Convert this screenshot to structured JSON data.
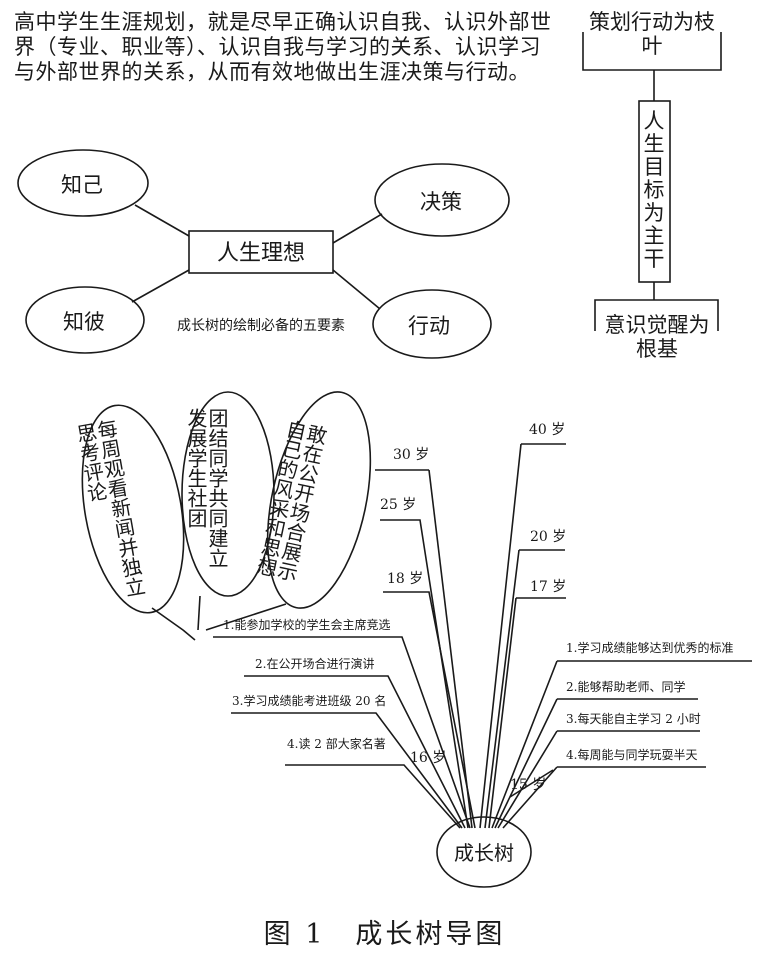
{
  "intro": "高中学生生涯规划，就是尽早正确认识自我、认识外部世界（专业、职业等）、认识自我与学习的关系、认识学习与外部世界的关系，从而有效地做出生涯决策与行动。",
  "ideal_diagram": {
    "center": "人生理想",
    "nodes": [
      "知己",
      "决策",
      "知彼",
      "行动"
    ],
    "subtitle": "成长树的绘制必备的五要素"
  },
  "pillar": {
    "top": "策划行动为枝叶",
    "middle": "人生目标为主干",
    "bottom": "意识觉醒为根基"
  },
  "tree": {
    "root": "成长树",
    "ovals": [
      "每周观看新闻并独立思考评论",
      "团结同学共同建立发展学生社团",
      "敢在公开场合展示自己的风采和思想"
    ],
    "ages": {
      "a30": "30 岁",
      "a25": "25 岁",
      "a18": "18 岁",
      "a16": "16 岁",
      "a40": "40 岁",
      "a20": "20 岁",
      "a17": "17 岁",
      "a15": "15 岁"
    },
    "goals_16": [
      "1.能参加学校的学生会主席竞选",
      "2.在公开场合进行演讲",
      "3.学习成绩能考进班级 20 名",
      "4.读 2 部大家名著"
    ],
    "goals_15": [
      "1.学习成绩能够达到优秀的标准",
      "2.能够帮助老师、同学",
      "3.每天能自主学习 2 小时",
      "4.每周能与同学玩耍半天"
    ]
  },
  "caption": "图 1　成长树导图"
}
